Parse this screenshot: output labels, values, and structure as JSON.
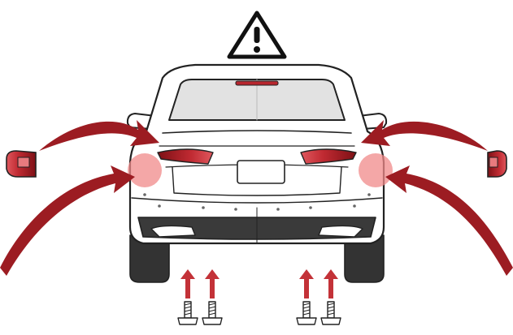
{
  "diagram": {
    "warning": {
      "icon": "warning-triangle-icon"
    },
    "vehicle": {
      "icon": "car-rear-view-icon",
      "view": "rear"
    },
    "parts": {
      "left_tail_light": {
        "icon": "tail-light-icon"
      },
      "right_tail_light": {
        "icon": "tail-light-icon"
      },
      "bolts": {
        "icon": "bolt-icon",
        "count": 4
      }
    },
    "indicators": {
      "curved_arrows": {
        "icon": "curved-arrow-icon",
        "count": 4
      },
      "up_arrows": {
        "icon": "arrow-up-icon",
        "count": 4
      },
      "highlight_zones": {
        "icon": "highlight-circle-icon",
        "count": 2
      }
    },
    "colors": {
      "arrow": "#9c1c22",
      "arrow_light": "#c33238",
      "highlight": "#f08a8a",
      "tail_light": "#b8262e",
      "outline": "#222222",
      "body": "#ffffff",
      "glass": "#e2e2e2",
      "tire": "#333333",
      "bumper_dark": "#3a3a3a"
    }
  }
}
